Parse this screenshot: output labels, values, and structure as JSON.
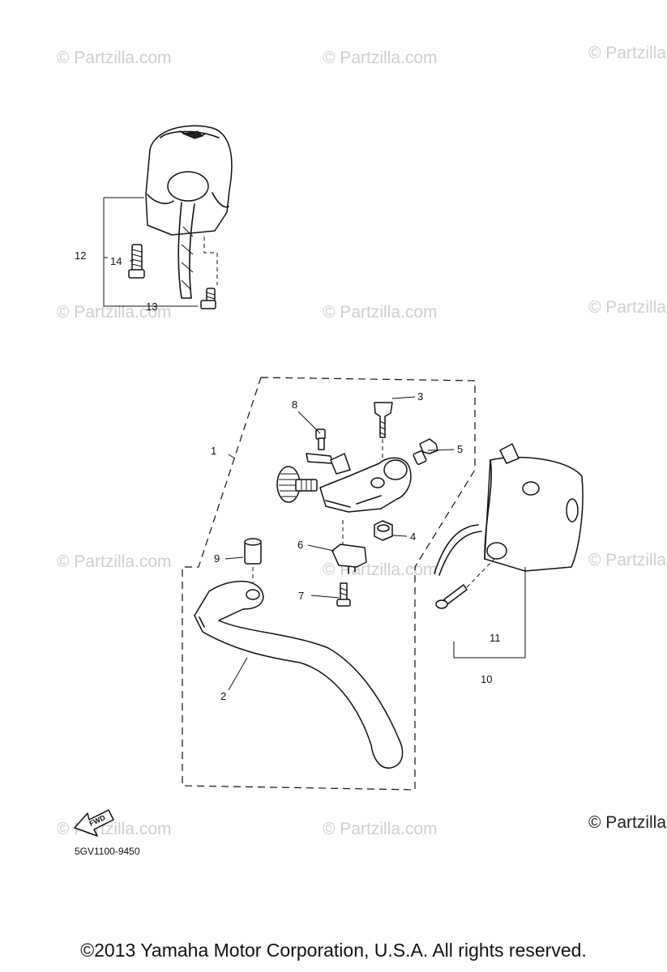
{
  "watermark": "© Partzilla.com",
  "watermark_corner": "© Partzilla.com",
  "part_code": "5GV1100-9450",
  "fwd_label": "FWD",
  "copyright": "©2013 Yamaha Motor Corporation, U.S.A. All rights reserved.",
  "callouts": {
    "c1": "1",
    "c2": "2",
    "c3": "3",
    "c4": "4",
    "c5": "5",
    "c6": "6",
    "c7": "7",
    "c8": "8",
    "c9": "9",
    "c10": "10",
    "c11": "11",
    "c12": "12",
    "c13": "13",
    "c14": "14"
  }
}
